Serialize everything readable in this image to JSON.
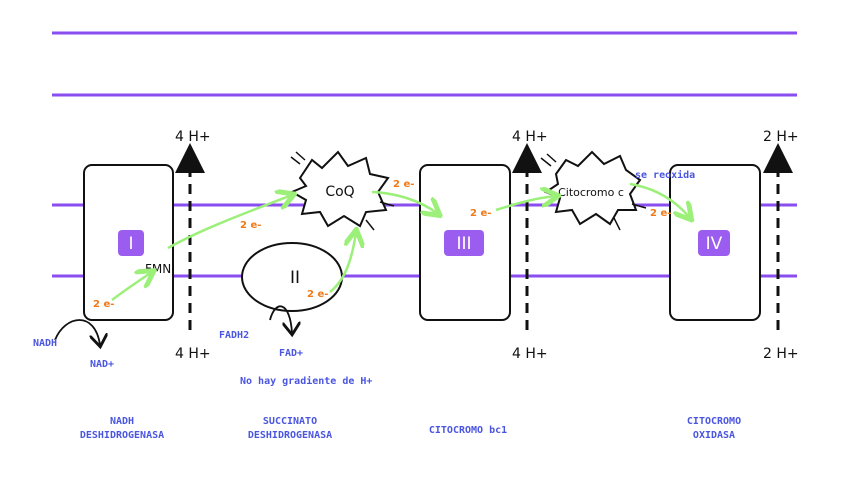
{
  "colors": {
    "membrane": "#8a4df0",
    "complex_badge": "#9b5cf0",
    "electron_arrow": "#9cf07a",
    "label_blue": "#4a55e0",
    "label_orange": "#f07a1a"
  },
  "complexes": {
    "c1": "I",
    "c2": "II",
    "c3": "III",
    "c4": "IV"
  },
  "carriers": {
    "coq": "CoQ",
    "citocromo_c": "Citocromo c",
    "fmn": "FMN"
  },
  "protons": {
    "c1_top": "4 H+",
    "c1_bottom": "4 H+",
    "c3_top": "4 H+",
    "c3_bottom": "4 H+",
    "c4_top": "2 H+",
    "c4_bottom": "2 H+"
  },
  "electrons": {
    "e1": "2 e-",
    "e2": "2 e-",
    "e3": "2 e-",
    "e4": "2 e-",
    "e5": "2 e-",
    "e6": "2 e-"
  },
  "substrates": {
    "nadh": "NADH",
    "nad_plus": "NAD+",
    "fadh2": "FADH2",
    "fad_plus": "FAD+",
    "se_reoxida": "se reoxida",
    "no_gradient": "No hay gradiente de H+"
  },
  "names": {
    "c1_line1": "NADH",
    "c1_line2": "DESHIDROGENASA",
    "c2_line1": "SUCCINATO",
    "c2_line2": "DESHIDROGENASA",
    "c3_line1": "CITOCROMO bc1",
    "c4_line1": "CITOCROMO",
    "c4_line2": "OXIDASA"
  }
}
